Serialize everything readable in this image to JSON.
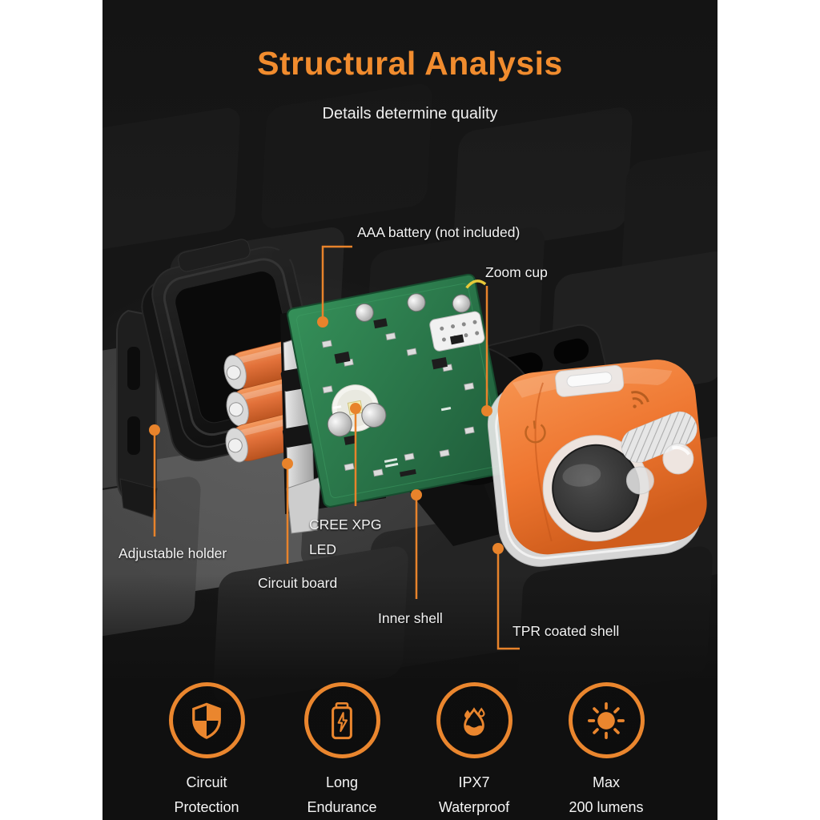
{
  "page": {
    "title": "Structural Analysis",
    "subtitle": "Details determine quality"
  },
  "colors": {
    "accent_orange": "#ea862e",
    "title_orange": "#f18c2e",
    "background_dark": "#161616",
    "text_white": "#f3f3f3",
    "pcb_green": "#2e8052",
    "shell_orange": "#ef7a33",
    "battery_orange": "#e2713a"
  },
  "callouts": {
    "aaa_battery": {
      "label": "AAA battery (not included)"
    },
    "zoom_cup": {
      "label": "Zoom cup"
    },
    "adjustable_holder": {
      "label": "Adjustable holder"
    },
    "cree_led": {
      "line1": "CREE XPG",
      "line2": "LED"
    },
    "circuit_board": {
      "label": "Circuit board"
    },
    "inner_shell": {
      "label": "Inner shell"
    },
    "tpr_shell": {
      "label": "TPR coated shell"
    }
  },
  "features": [
    {
      "icon": "shield-icon",
      "line1": "Circuit",
      "line2": "Protection"
    },
    {
      "icon": "battery-icon",
      "line1": "Long",
      "line2": "Endurance"
    },
    {
      "icon": "water-drop-icon",
      "line1": "IPX7",
      "line2": "Waterproof"
    },
    {
      "icon": "sun-icon",
      "line1": "Max",
      "line2": "200 lumens"
    }
  ]
}
